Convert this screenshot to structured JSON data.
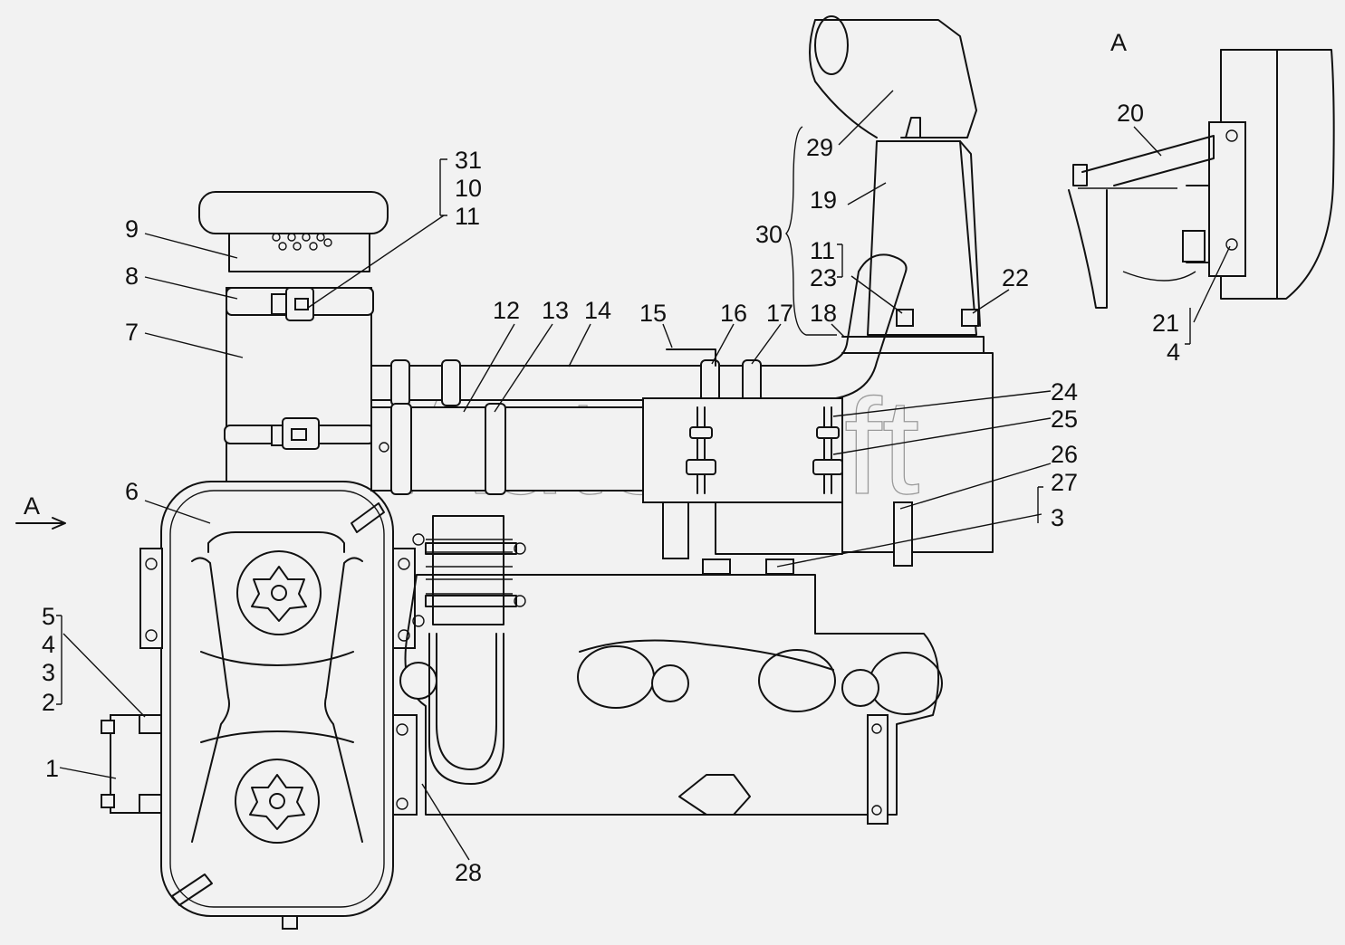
{
  "watermark": "AutoSoft",
  "view": {
    "marker": "A",
    "arrow_marker": "A"
  },
  "callouts": {
    "c1": "1",
    "c2": "2",
    "c3a": "3",
    "c4a": "4",
    "c5": "5",
    "c6": "6",
    "c7": "7",
    "c8": "8",
    "c9": "9",
    "c10": "10",
    "c11a": "11",
    "c31": "31",
    "c12": "12",
    "c13": "13",
    "c14": "14",
    "c15": "15",
    "c16": "16",
    "c17": "17",
    "c18": "18",
    "c19": "19",
    "c20": "20",
    "c21": "21",
    "c4b": "4",
    "c22": "22",
    "c23": "23",
    "c11b": "11",
    "c24": "24",
    "c25": "25",
    "c26": "26",
    "c27": "27",
    "c3b": "3",
    "c28": "28",
    "c29": "29",
    "c30": "30"
  }
}
